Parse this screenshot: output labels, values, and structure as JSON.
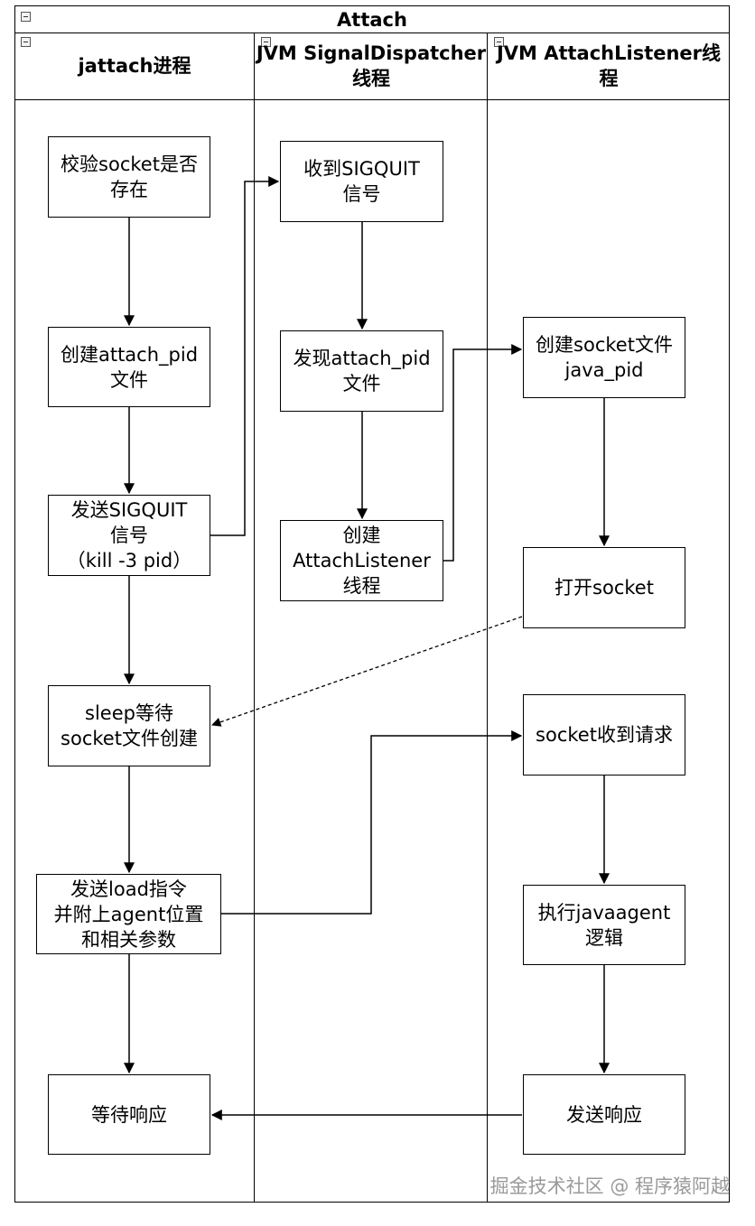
{
  "diagram": {
    "title": "Attach",
    "lanes": [
      {
        "id": "lane-jattach",
        "header": "jattach进程"
      },
      {
        "id": "lane-signal",
        "header": "JVM\nSignalDispatcher线程"
      },
      {
        "id": "lane-listener",
        "header": "JVM\nAttachListener线程"
      }
    ],
    "nodes": {
      "check_socket": "校验socket是否\n存在",
      "create_attach_pid": "创建attach_pid\n文件",
      "send_sigquit": "发送SIGQUIT\n信号\n（kill -3 pid）",
      "sleep_wait": "sleep等待\nsocket文件创建",
      "send_load": "发送load指令\n并附上agent位置\n和相关参数",
      "wait_response": "等待响应",
      "receive_sigquit": "收到SIGQUIT\n信号",
      "find_attach_pid": "发现attach_pid\n文件",
      "create_listener": "创建\nAttachListener\n线程",
      "create_socket_file": "创建socket文件\njava_pid",
      "open_socket": "打开socket",
      "socket_receive": "socket收到请求",
      "execute_javaagent": "执行javaagent\n逻辑",
      "send_response": "发送响应"
    }
  },
  "watermark": "掘金技术社区 @ 程序猿阿越"
}
